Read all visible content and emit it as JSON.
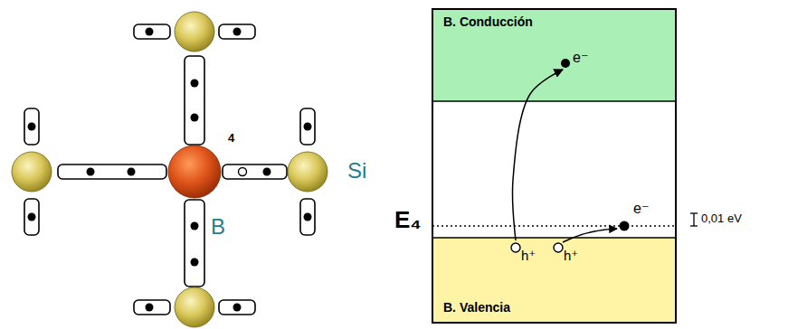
{
  "diagram": {
    "nodes": [
      {
        "text": [
          "B. Conducción",
          "e⁻"
        ]
      },
      {
        "text": [
          "h⁺",
          "h⁺",
          "B. Valencia"
        ]
      }
    ],
    "edges": [
      {
        "from": 1,
        "to": 0,
        "arrow": "to"
      }
    ],
    "labels": [
      "4",
      "Si",
      "B",
      "E₄",
      "e⁻",
      "0,01 eV"
    ]
  }
}
